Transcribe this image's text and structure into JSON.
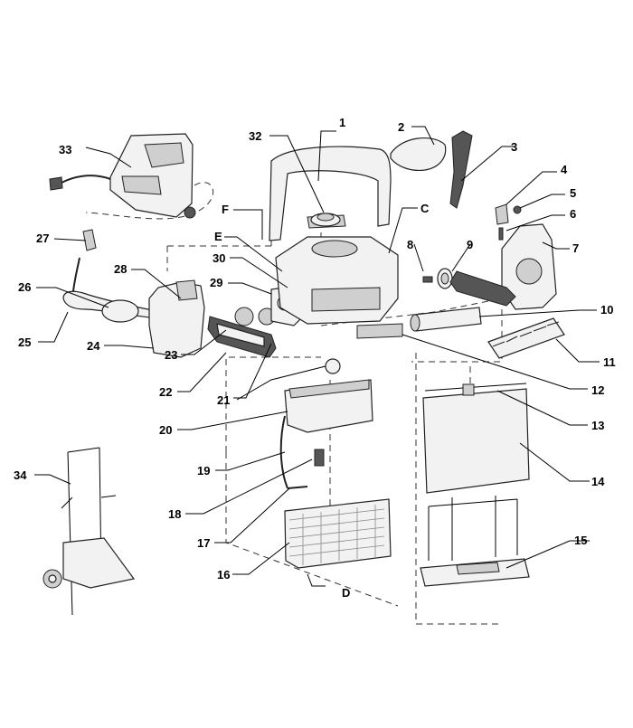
{
  "callouts": [
    "1",
    "2",
    "3",
    "4",
    "5",
    "6",
    "7",
    "8",
    "9",
    "10",
    "11",
    "12",
    "13",
    "14",
    "15",
    "16",
    "17",
    "18",
    "19",
    "20",
    "21",
    "22",
    "23",
    "24",
    "25",
    "26",
    "27",
    "28",
    "29",
    "30",
    "32",
    "33",
    "34",
    "C",
    "D",
    "E",
    "F"
  ]
}
